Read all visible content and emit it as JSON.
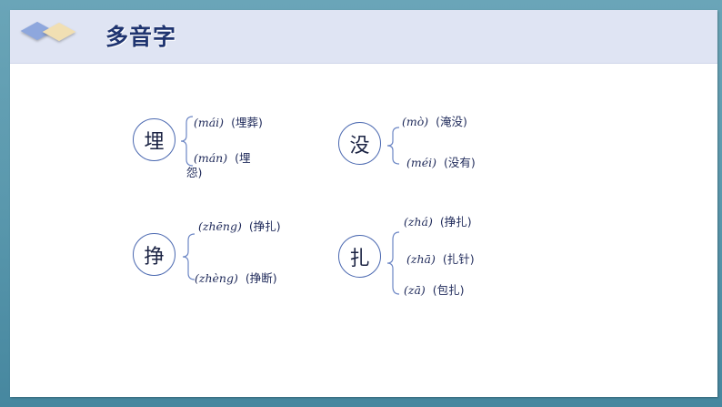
{
  "header": {
    "title": "多音字",
    "logo_colors": {
      "blue": "#8ea7dd",
      "yellow": "#f1dfb3"
    }
  },
  "colors": {
    "frame": "#5a98ad",
    "header_band": "#dfe4f3",
    "title": "#1f3470",
    "circle_border": "#4a68b0",
    "text": "#1f2a5a"
  },
  "groups": [
    {
      "char": "埋",
      "readings": [
        {
          "pinyin": "(mái)",
          "word": "(埋葬)"
        },
        {
          "pinyin": "(mán)",
          "word": "(埋",
          "wrap": "怨)"
        }
      ]
    },
    {
      "char": "没",
      "readings": [
        {
          "pinyin": "(mò)",
          "word": "(淹没)"
        },
        {
          "pinyin": "(méi)",
          "word": "(没有)"
        }
      ]
    },
    {
      "char": "挣",
      "readings": [
        {
          "pinyin": "(zhēng)",
          "word": "(挣扎)"
        },
        {
          "pinyin": "(zhèng)",
          "word": "(挣断)"
        }
      ]
    },
    {
      "char": "扎",
      "readings": [
        {
          "pinyin": "(zhá)",
          "word": "(挣扎)"
        },
        {
          "pinyin": "(zhā)",
          "word": "(扎针)"
        },
        {
          "pinyin": "(zā)",
          "word": "(包扎)"
        }
      ]
    }
  ]
}
